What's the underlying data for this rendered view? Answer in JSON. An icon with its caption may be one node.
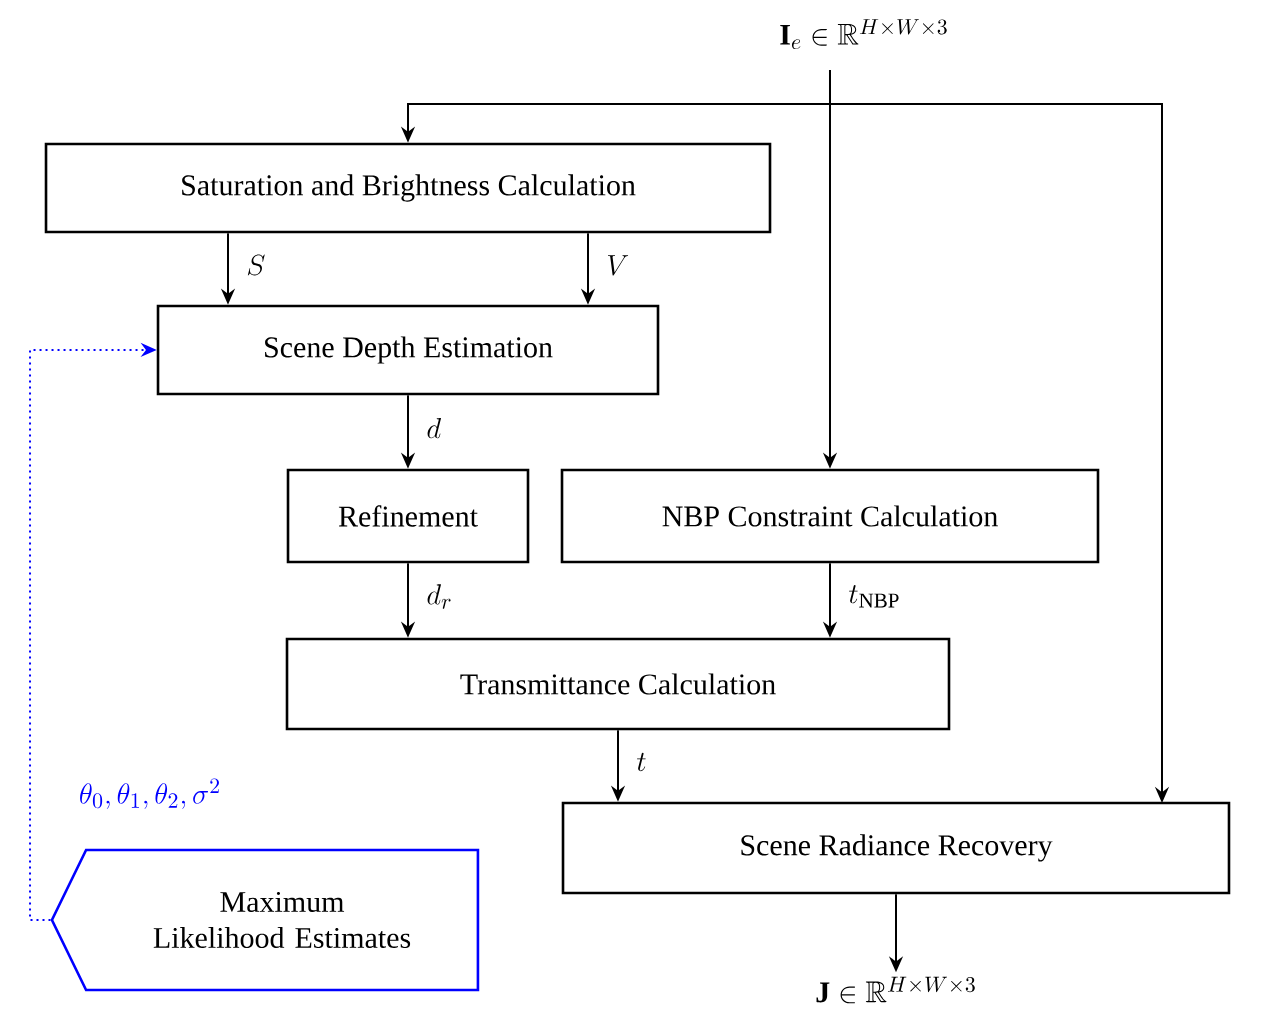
{
  "diagram": {
    "nodes": [
      {
        "text": [
          "\\mathbf{I}_e \\in \\mathbb{R}^{H\\times W\\times 3}"
        ]
      },
      {
        "text": [
          "Saturation and Brightness Calculation"
        ]
      },
      {
        "text": [
          "Scene Depth Estimation"
        ]
      },
      {
        "text": [
          "Refinement"
        ]
      },
      {
        "text": [
          "NBP Constraint Calculation"
        ]
      },
      {
        "text": [
          "Transmittance Calculation"
        ]
      },
      {
        "text": [
          "Scene Radiance Recovery"
        ]
      },
      {
        "text": [
          "Maximum Likelihood Estimates"
        ]
      },
      {
        "text": [
          "\\mathbf{J} \\in \\mathbb{R}^{H\\times W\\times 3}"
        ]
      }
    ],
    "edges": [
      {
        "from": 0,
        "to": 1,
        "arrow": "to"
      },
      {
        "from": 0,
        "to": 4,
        "arrow": "to"
      },
      {
        "from": 0,
        "to": 6,
        "arrow": "to"
      },
      {
        "from": 1,
        "to": 2,
        "arrow": "to",
        "label": "S"
      },
      {
        "from": 1,
        "to": 2,
        "arrow": "to",
        "label": "V"
      },
      {
        "from": 2,
        "to": 3,
        "arrow": "to",
        "label": "d"
      },
      {
        "from": 3,
        "to": 5,
        "arrow": "to",
        "label": "d_r"
      },
      {
        "from": 4,
        "to": 5,
        "arrow": "to",
        "label": "t_{\\mathrm{NBP}}"
      },
      {
        "from": 5,
        "to": 6,
        "arrow": "to",
        "label": "t"
      },
      {
        "from": 6,
        "to": 8,
        "arrow": "to"
      },
      {
        "from": 7,
        "to": 2,
        "arrow": "to",
        "label": "\\theta_0,\\theta_1,\\theta_2,\\sigma^2",
        "style": "dashed",
        "color": "#0000ff"
      }
    ]
  }
}
